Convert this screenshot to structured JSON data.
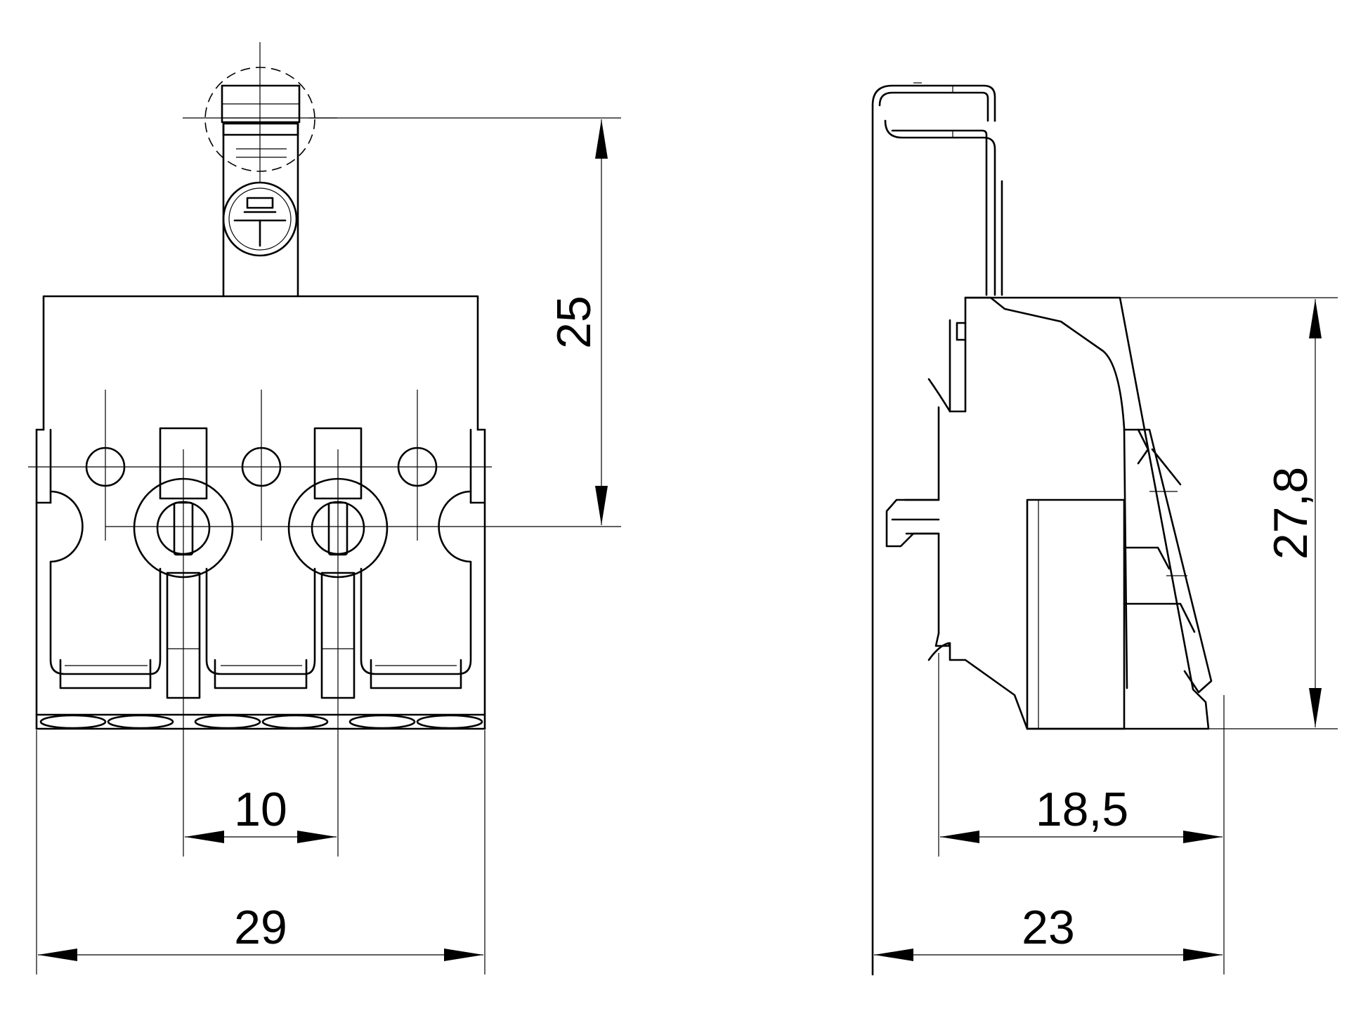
{
  "dimensions": {
    "front_height": "25",
    "front_pitch": "10",
    "front_width": "29",
    "side_height": "27,8",
    "side_depth_inner": "18,5",
    "side_depth_total": "23"
  },
  "colors": {
    "line": "#000000",
    "background": "#ffffff"
  }
}
